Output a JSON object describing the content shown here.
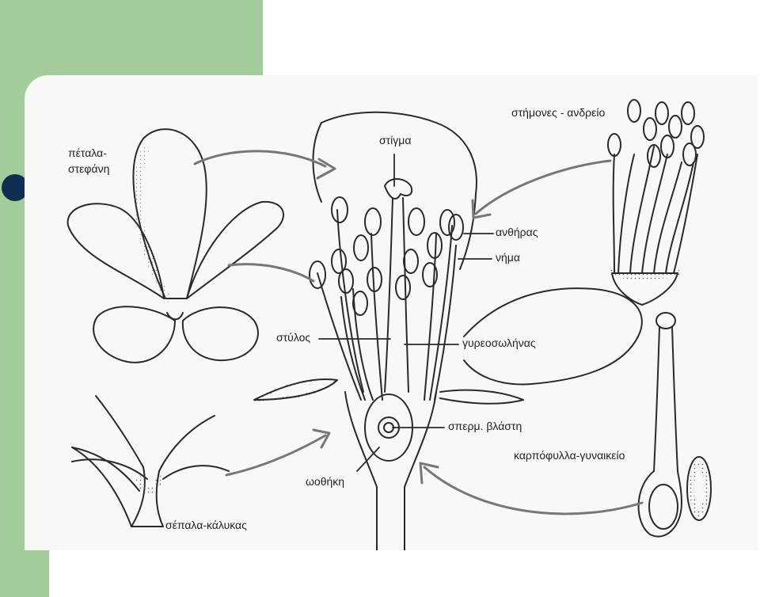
{
  "theme": {
    "green": "#a2cd9a",
    "dot": "#0f2f52",
    "ink": "#2a2a2a"
  },
  "labels": {
    "petals": "πέταλα-\nστεφάνη",
    "stigma": "στίγμα",
    "stamens": "στήμονες - ανδρείο",
    "anther": "ανθήρας",
    "filament": "νήμα",
    "style": "στύλος",
    "pollen_tube": "γυρεοσωλήνας",
    "ovule": "σπερμ. βλάστη",
    "ovary": "ωοθήκη",
    "carpels": "καρπόφυλλα-γυναικείο",
    "sepals": "σέπαλα-κάλυκας"
  }
}
